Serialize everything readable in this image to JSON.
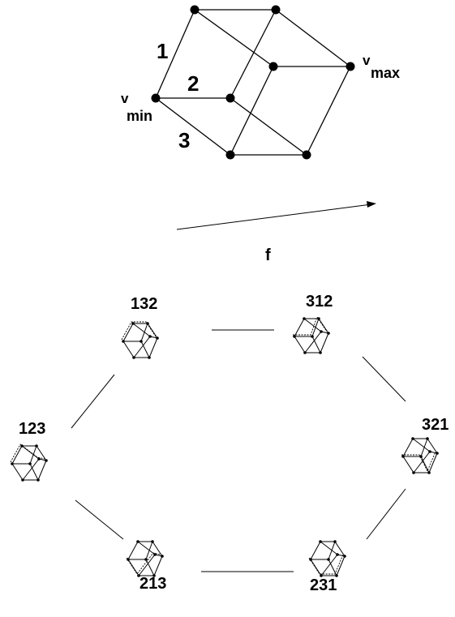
{
  "cube": {
    "edge_labels": [
      "1",
      "2",
      "3"
    ],
    "vmin": {
      "base": "v",
      "sub": "min"
    },
    "vmax": {
      "base": "v",
      "sub": "max"
    }
  },
  "arrow": {
    "label": "f"
  },
  "permutations": [
    "132",
    "312",
    "321",
    "231",
    "213",
    "123"
  ]
}
